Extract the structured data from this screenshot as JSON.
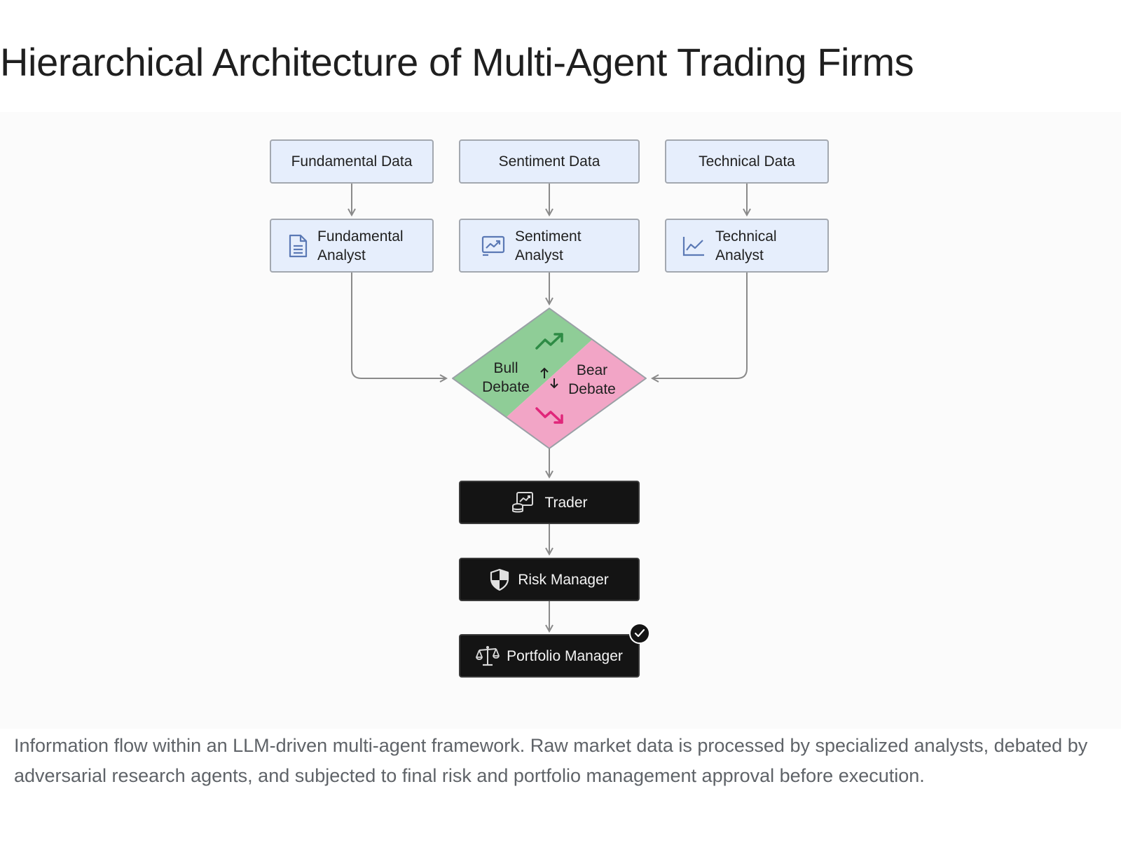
{
  "title": "Hierarchical Architecture of Multi-Agent Trading Firms",
  "nodes": {
    "fundamental_data": "Fundamental Data",
    "sentiment_data": "Sentiment Data",
    "technical_data": "Technical Data",
    "fundamental_analyst": [
      "Fundamental",
      "Analyst"
    ],
    "sentiment_analyst": [
      "Sentiment",
      "Analyst"
    ],
    "technical_analyst": [
      "Technical",
      "Analyst"
    ],
    "bull_debate": [
      "Bull",
      "Debate"
    ],
    "bear_debate": [
      "Bear",
      "Debate"
    ],
    "trader": "Trader",
    "risk_manager": "Risk Manager",
    "portfolio_manager": "Portfolio Manager"
  },
  "icons": {
    "fundamental_analyst": "document-icon",
    "sentiment_analyst": "trend-chart-icon",
    "technical_analyst": "line-chart-icon",
    "bull": "trending-up-icon",
    "bear": "trending-down-icon",
    "debate": "up-down-arrows-icon",
    "trader": "trading-monitor-icon",
    "risk_manager": "shield-icon",
    "portfolio_manager": "scales-icon",
    "approval": "checkmark-icon"
  },
  "colors": {
    "data_node_fill": "#e6eefc",
    "agent_dark_fill": "#141414",
    "bull_green": "#8fcd97",
    "bear_pink": "#f2a5c6",
    "bull_icon": "#2e8b45",
    "bear_icon": "#e0267a",
    "connector": "#8a8a8a"
  },
  "caption": "Information flow within an LLM-driven multi-agent framework. Raw market data is processed by specialized analysts, debated by adversarial research agents, and subjected to final risk and portfolio management approval before execution."
}
